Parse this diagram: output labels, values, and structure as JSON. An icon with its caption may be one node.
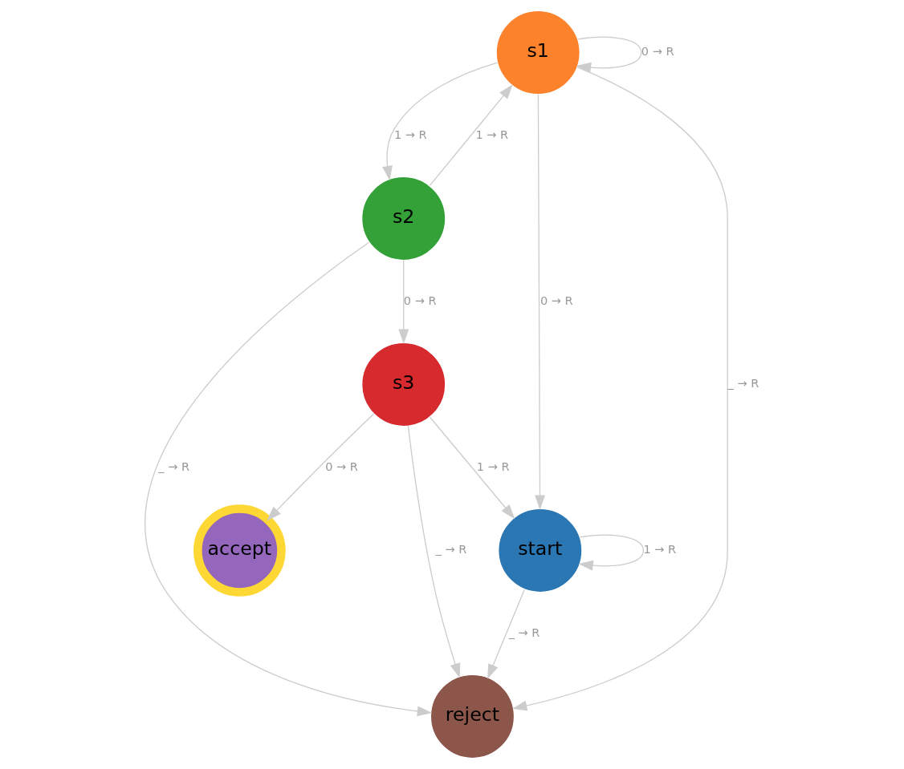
{
  "diagram": {
    "nodes": [
      {
        "text": [
          "s1"
        ]
      },
      {
        "text": [
          "s2"
        ]
      },
      {
        "text": [
          "accept"
        ]
      },
      {
        "text": [
          "s3"
        ]
      },
      {
        "text": [
          "reject"
        ]
      },
      {
        "text": [
          "start"
        ]
      }
    ],
    "edges": [
      {
        "from": 0,
        "to": 0,
        "arrow": "to",
        "label": "0 → R"
      },
      {
        "from": 0,
        "to": 1,
        "arrow": "to",
        "label": "1 → R"
      },
      {
        "from": 1,
        "to": 0,
        "arrow": "to",
        "label": "1 → R"
      },
      {
        "from": 1,
        "to": 3,
        "arrow": "to",
        "label": "0 → R"
      },
      {
        "from": 1,
        "to": 4,
        "arrow": "to",
        "label": "_ → R"
      },
      {
        "from": 0,
        "to": 4,
        "arrow": "to",
        "label": "_ → R"
      },
      {
        "from": 3,
        "to": 4,
        "arrow": "to",
        "label": "_ → R"
      },
      {
        "from": 3,
        "to": 2,
        "arrow": "to",
        "label": "0 → R"
      },
      {
        "from": 0,
        "to": 5,
        "arrow": "to",
        "label": "0 → R"
      },
      {
        "from": 3,
        "to": 5,
        "arrow": "to",
        "label": "1 → R"
      },
      {
        "from": 5,
        "to": 5,
        "arrow": "to",
        "label": "1 → R"
      },
      {
        "from": 5,
        "to": 4,
        "arrow": "to",
        "label": "_ → R"
      }
    ]
  }
}
